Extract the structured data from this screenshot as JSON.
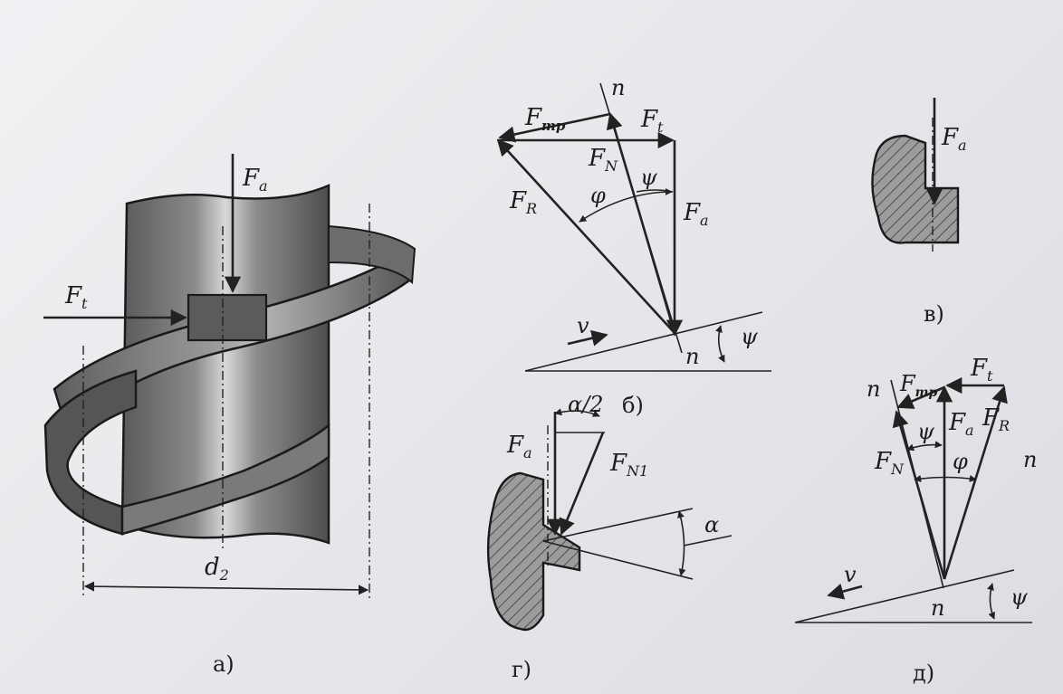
{
  "panel_a": {
    "force_axial": "F",
    "force_axial_sub": "a",
    "force_tangential": "F",
    "force_tangential_sub": "t",
    "diameter": "d",
    "diameter_sub": "2",
    "caption": "а)"
  },
  "panel_b": {
    "f_friction": "F",
    "f_friction_sub": "тр",
    "n_top": "n",
    "f_t": "F",
    "f_t_sub": "t",
    "f_n": "F",
    "f_n_sub": "N",
    "psi": "ψ",
    "f_r": "F",
    "f_r_sub": "R",
    "phi": "φ",
    "f_a": "F",
    "f_a_sub": "a",
    "velocity": "v",
    "psi_angle": "ψ",
    "n_bottom": "n",
    "caption": "б)"
  },
  "panel_v": {
    "f_a": "F",
    "f_a_sub": "a",
    "caption": "в)"
  },
  "panel_g": {
    "half_alpha": "α/2",
    "f_a": "F",
    "f_a_sub": "a",
    "f_n1": "F",
    "f_n1_sub": "N1",
    "alpha": "α",
    "caption": "г)"
  },
  "panel_d": {
    "n_top": "n",
    "f_friction": "F",
    "f_friction_sub": "тр",
    "f_t": "F",
    "f_t_sub": "t",
    "psi": "ψ",
    "f_a": "F",
    "f_a_sub": "a",
    "f_r": "F",
    "f_r_sub": "R",
    "f_n": "F",
    "f_n_sub": "N",
    "phi": "φ",
    "n_right": "n",
    "velocity": "v",
    "psi_angle": "ψ",
    "n_bottom": "n",
    "caption": "д)"
  }
}
